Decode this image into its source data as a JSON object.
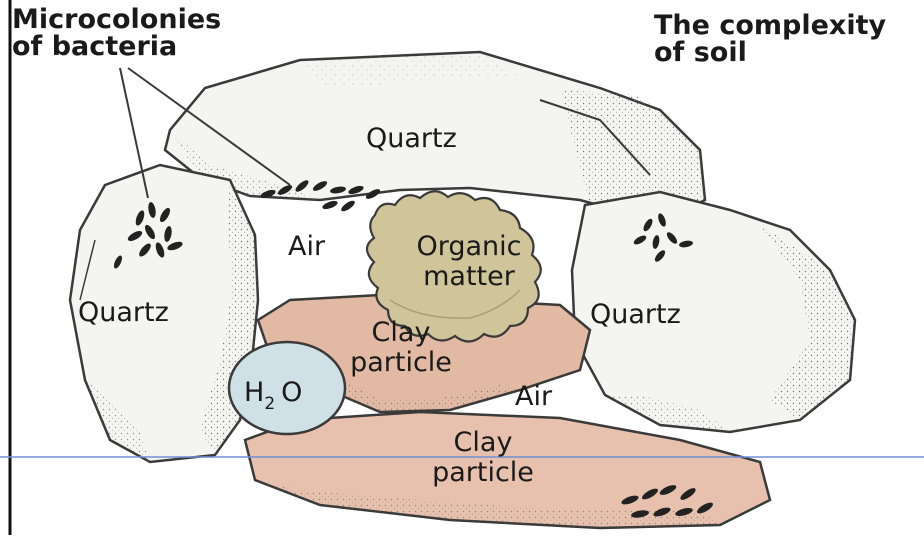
{
  "title_left": [
    "Microcolonies",
    "of bacteria"
  ],
  "title_right": [
    "The complexity",
    "of soil"
  ],
  "labels": {
    "quartz_top": "Quartz",
    "quartz_left": "Quartz",
    "quartz_right": "Quartz",
    "air_top": "Air",
    "air_bottom": "Air",
    "organic_line1": "Organic",
    "organic_line2": "matter",
    "clay_upper_line1": "Clay",
    "clay_upper_line2": "particle",
    "clay_lower_line1": "Clay",
    "clay_lower_line2": "particle",
    "water_h": "H",
    "water_sub": "2",
    "water_o": "O"
  },
  "colors": {
    "quartz_fill": "#f4f4f1",
    "clay_fill": "#e2b9a3",
    "clay_lower_fill": "#e7c1ad",
    "organic_fill": "#cfc49a",
    "water_fill": "#cfe0e6",
    "outline": "#3a3a3a",
    "guide_line": "#6f8fd8",
    "bacteria": "#222222"
  }
}
